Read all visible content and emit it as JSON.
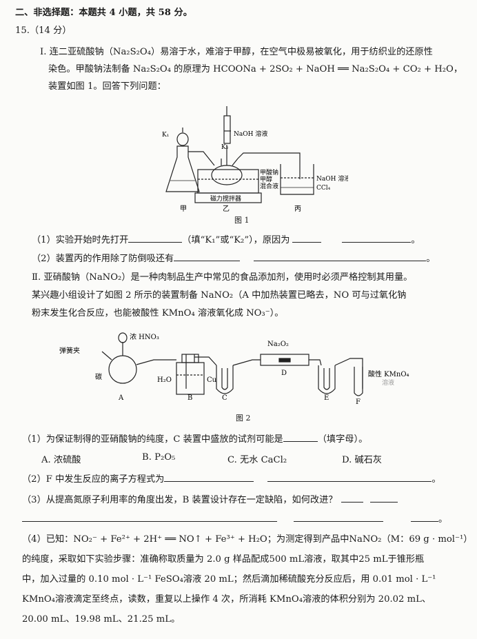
{
  "section_header": "二、非选择题：本题共 4 小题，共 58 分。",
  "q15": "15.（14 分）",
  "partI": {
    "intro_l1": "Ⅰ. 连二亚硫酸钠（Na₂S₂O₄）易溶于水，难溶于甲醇，在空气中极易被氧化，用于纺织业的还原性",
    "intro_l2": "染色。甲酸钠法制备 Na₂S₂O₄ 的原理为 HCOONa + 2SO₂ + NaOH ══ Na₂S₂O₄ + CO₂ + H₂O，",
    "intro_l3": "装置如图 1。回答下列问题：",
    "fig1": {
      "k1": "K₁",
      "k2": "K₂",
      "naoh_top": "NaOH 溶液",
      "mix1": "甲酸钠",
      "mix2": "甲醇",
      "mix3": "混合液",
      "stirrer": "磁力搅拌器",
      "naoh_right": "NaOH 溶液",
      "ccl4": "CCl₄",
      "jia": "甲",
      "yi": "乙",
      "bing": "丙",
      "caption": "图 1"
    },
    "q1_a": "（1）实验开始时先打开",
    "q1_b": "（填“K₁”或“K₂”），原因为",
    "q2": "（2）装置丙的作用除了防倒吸还有"
  },
  "partII": {
    "intro_l1": "Ⅱ. 亚硝酸钠（NaNO₂）是一种肉制品生产中常见的食品添加剂，使用时必须严格控制其用量。",
    "intro_l2": "某兴趣小组设计了如图 2 所示的装置制备 NaNO₂（A 中加热装置已略去，NO 可与过氧化钠",
    "intro_l3": "粉末发生化合反应，也能被酸性 KMnO₄ 溶液氧化成 NO₃⁻）。",
    "fig2": {
      "hno3": "浓 HNO₃",
      "clamp": "弹簧夹",
      "carbon": "碳",
      "h2o": "H₂O",
      "cu": "Cu",
      "na2o2": "Na₂O₂",
      "kmno4": "酸性 KMnO₄",
      "kmno4_2": "溶液",
      "A": "A",
      "B": "B",
      "C": "C",
      "D": "D",
      "E": "E",
      "F": "F",
      "caption": "图 2"
    },
    "q1": "（1）为保证制得的亚硝酸钠的纯度，C 装置中盛放的试剂可能是",
    "q1_tail": "（填字母）。",
    "options": [
      "A. 浓硫酸",
      "B. P₂O₅",
      "C. 无水 CaCl₂",
      "D. 碱石灰"
    ],
    "q2": "（2）F 中发生反应的离子方程式为",
    "q3": "（3）从提高氮原子利用率的角度出发，B 装置设计存在一定缺陷，如何改进？",
    "q4_l1": "（4）已知：NO₂⁻ + Fe²⁺ + 2H⁺ ══ NO↑ + Fe³⁺ + H₂O；为测定得到产品中NaNO₂（M：69 g · mol⁻¹）",
    "q4_l2": "的纯度，采取如下实验步骤：准确称取质量为 2.0 g 样品配成500 mL溶液，取其中25 mL于锥形瓶",
    "q4_l3": "中，加入过量的 0.10 mol · L⁻¹ FeSO₄溶液 20 mL；然后滴加稀硫酸充分反应后，用 0.01 mol · L⁻¹",
    "q4_l4": "KMnO₄溶液滴定至终点，读数，重复以上操作 4 次，所消耗 KMnO₄溶液的体积分别为 20.02 mL、",
    "q4_l5": "20.00 mL、19.98 mL、21.25 mL。",
    "period": "。"
  }
}
